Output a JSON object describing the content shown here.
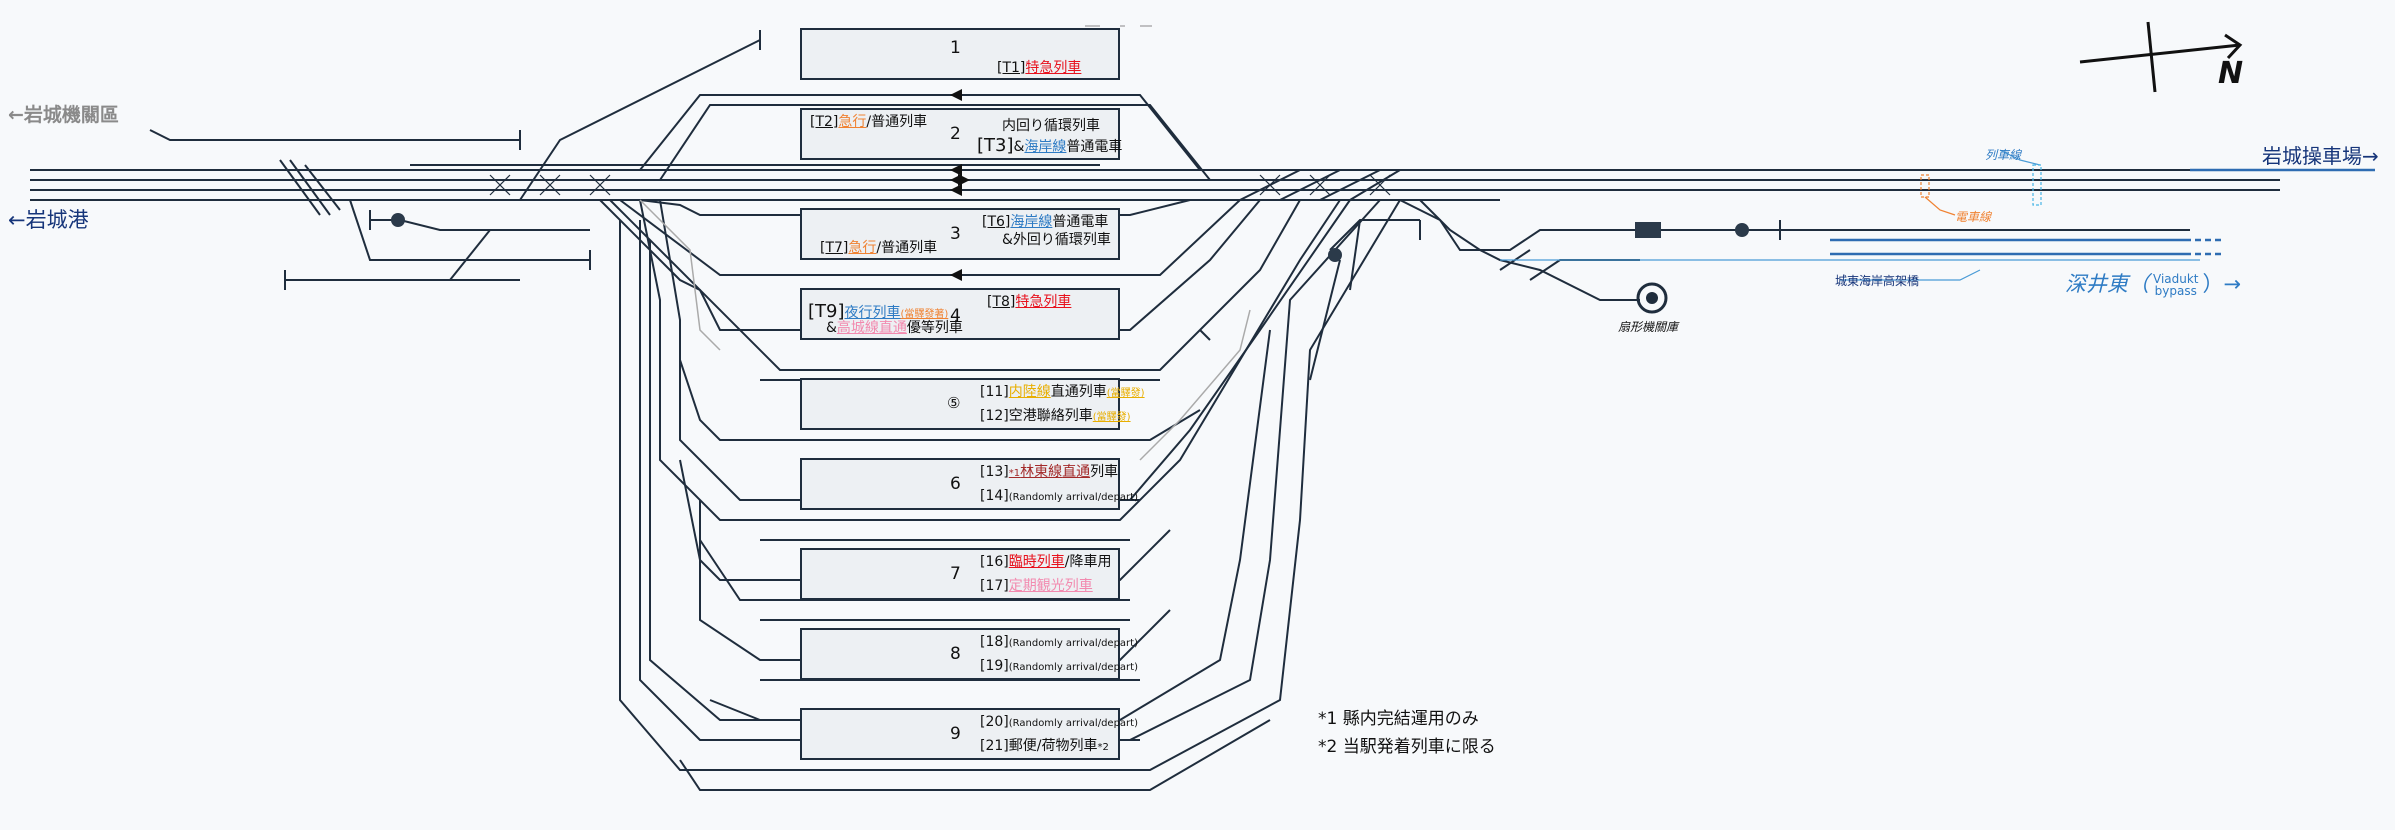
{
  "compass": {
    "label": "N"
  },
  "destinations": {
    "iwaki_depot": "←岩城機關區",
    "iwaki_port": "←岩城港",
    "iwaki_yard": "岩城操車場→",
    "fukai_east": "深井東（",
    "viaduct": "Viadukt",
    "bypass": "bypass",
    "fukai_end": "）→"
  },
  "line_labels": {
    "train_line": "列車線",
    "electric_line": "電車線",
    "coastal_viaduct": "城東海岸高架橋",
    "roundhouse": "扇形機關庫"
  },
  "platforms": [
    {
      "num": "1",
      "tracks": [
        {
          "code": "[T1]",
          "parts": [
            {
              "t": "特急列車",
              "c": "red"
            }
          ]
        }
      ]
    },
    {
      "num": "2",
      "tracks": [
        {
          "code": "[T2]",
          "parts": [
            {
              "t": "急行",
              "c": "orange"
            },
            {
              "t": "/普通列車",
              "c": ""
            }
          ]
        },
        {
          "code": "",
          "parts": [
            {
              "t": "内回り循環列車",
              "c": ""
            }
          ]
        },
        {
          "code": "[T3]",
          "parts": [
            {
              "t": "&",
              "c": ""
            },
            {
              "t": "海岸線",
              "c": "blue"
            },
            {
              "t": "普通電車",
              "c": ""
            }
          ]
        }
      ]
    },
    {
      "num": "3",
      "tracks": [
        {
          "code": "[T6]",
          "parts": [
            {
              "t": "海岸線",
              "c": "blue"
            },
            {
              "t": "普通電車",
              "c": ""
            }
          ]
        },
        {
          "code": "",
          "parts": [
            {
              "t": "&外回り循環列車",
              "c": ""
            }
          ]
        },
        {
          "code": "[T7]",
          "parts": [
            {
              "t": "急行",
              "c": "orange"
            },
            {
              "t": "/普通列車",
              "c": ""
            }
          ]
        }
      ]
    },
    {
      "num": "4",
      "tracks": [
        {
          "code": "[T8]",
          "parts": [
            {
              "t": "特急列車",
              "c": "red"
            }
          ]
        },
        {
          "code": "[T9]",
          "parts": [
            {
              "t": "夜行列車",
              "c": "blue"
            },
            {
              "t": "(當驛發著)",
              "c": "orange"
            }
          ]
        },
        {
          "code": "",
          "parts": [
            {
              "t": "&",
              "c": ""
            },
            {
              "t": "高城線直通",
              "c": "pink"
            },
            {
              "t": "優等列車",
              "c": ""
            }
          ]
        }
      ]
    },
    {
      "num": "⑤",
      "tracks": [
        {
          "code": "[11]",
          "parts": [
            {
              "t": "内陸線",
              "c": "yellow"
            },
            {
              "t": "直通列車",
              "c": ""
            },
            {
              "t": "(當驛發)",
              "c": "yellow"
            }
          ]
        },
        {
          "code": "[12]",
          "parts": [
            {
              "t": "空港聯絡列車",
              "c": ""
            },
            {
              "t": "(當驛發)",
              "c": "yellow"
            }
          ]
        }
      ]
    },
    {
      "num": "6",
      "tracks": [
        {
          "code": "[13]",
          "parts": [
            {
              "t": "*1",
              "c": "maroon"
            },
            {
              "t": "林東線",
              "c": "maroon"
            },
            {
              "t": "直通",
              "c": "maroon"
            },
            {
              "t": "列車",
              "c": ""
            }
          ]
        },
        {
          "code": "[14]",
          "parts": [
            {
              "t": "(Randomly arrival/depart)",
              "c": ""
            }
          ]
        }
      ]
    },
    {
      "num": "7",
      "tracks": [
        {
          "code": "[16]",
          "parts": [
            {
              "t": "臨時列車",
              "c": "red"
            },
            {
              "t": "/降車用",
              "c": ""
            }
          ]
        },
        {
          "code": "[17]",
          "parts": [
            {
              "t": "定期観光列車",
              "c": "pink"
            }
          ]
        }
      ]
    },
    {
      "num": "8",
      "tracks": [
        {
          "code": "[18]",
          "parts": [
            {
              "t": "(Randomly arrival/depart)",
              "c": ""
            }
          ]
        },
        {
          "code": "[19]",
          "parts": [
            {
              "t": "(Randomly arrival/depart)",
              "c": ""
            }
          ]
        }
      ]
    },
    {
      "num": "9",
      "tracks": [
        {
          "code": "[20]",
          "parts": [
            {
              "t": "(Randomly arrival/depart)",
              "c": ""
            }
          ]
        },
        {
          "code": "[21]",
          "parts": [
            {
              "t": "郵便/荷物列車",
              "c": ""
            },
            {
              "t": "*2",
              "c": ""
            }
          ]
        }
      ]
    }
  ],
  "notes": [
    "*1 縣内完結運用のみ",
    "*2 当駅発着列車に限る"
  ]
}
